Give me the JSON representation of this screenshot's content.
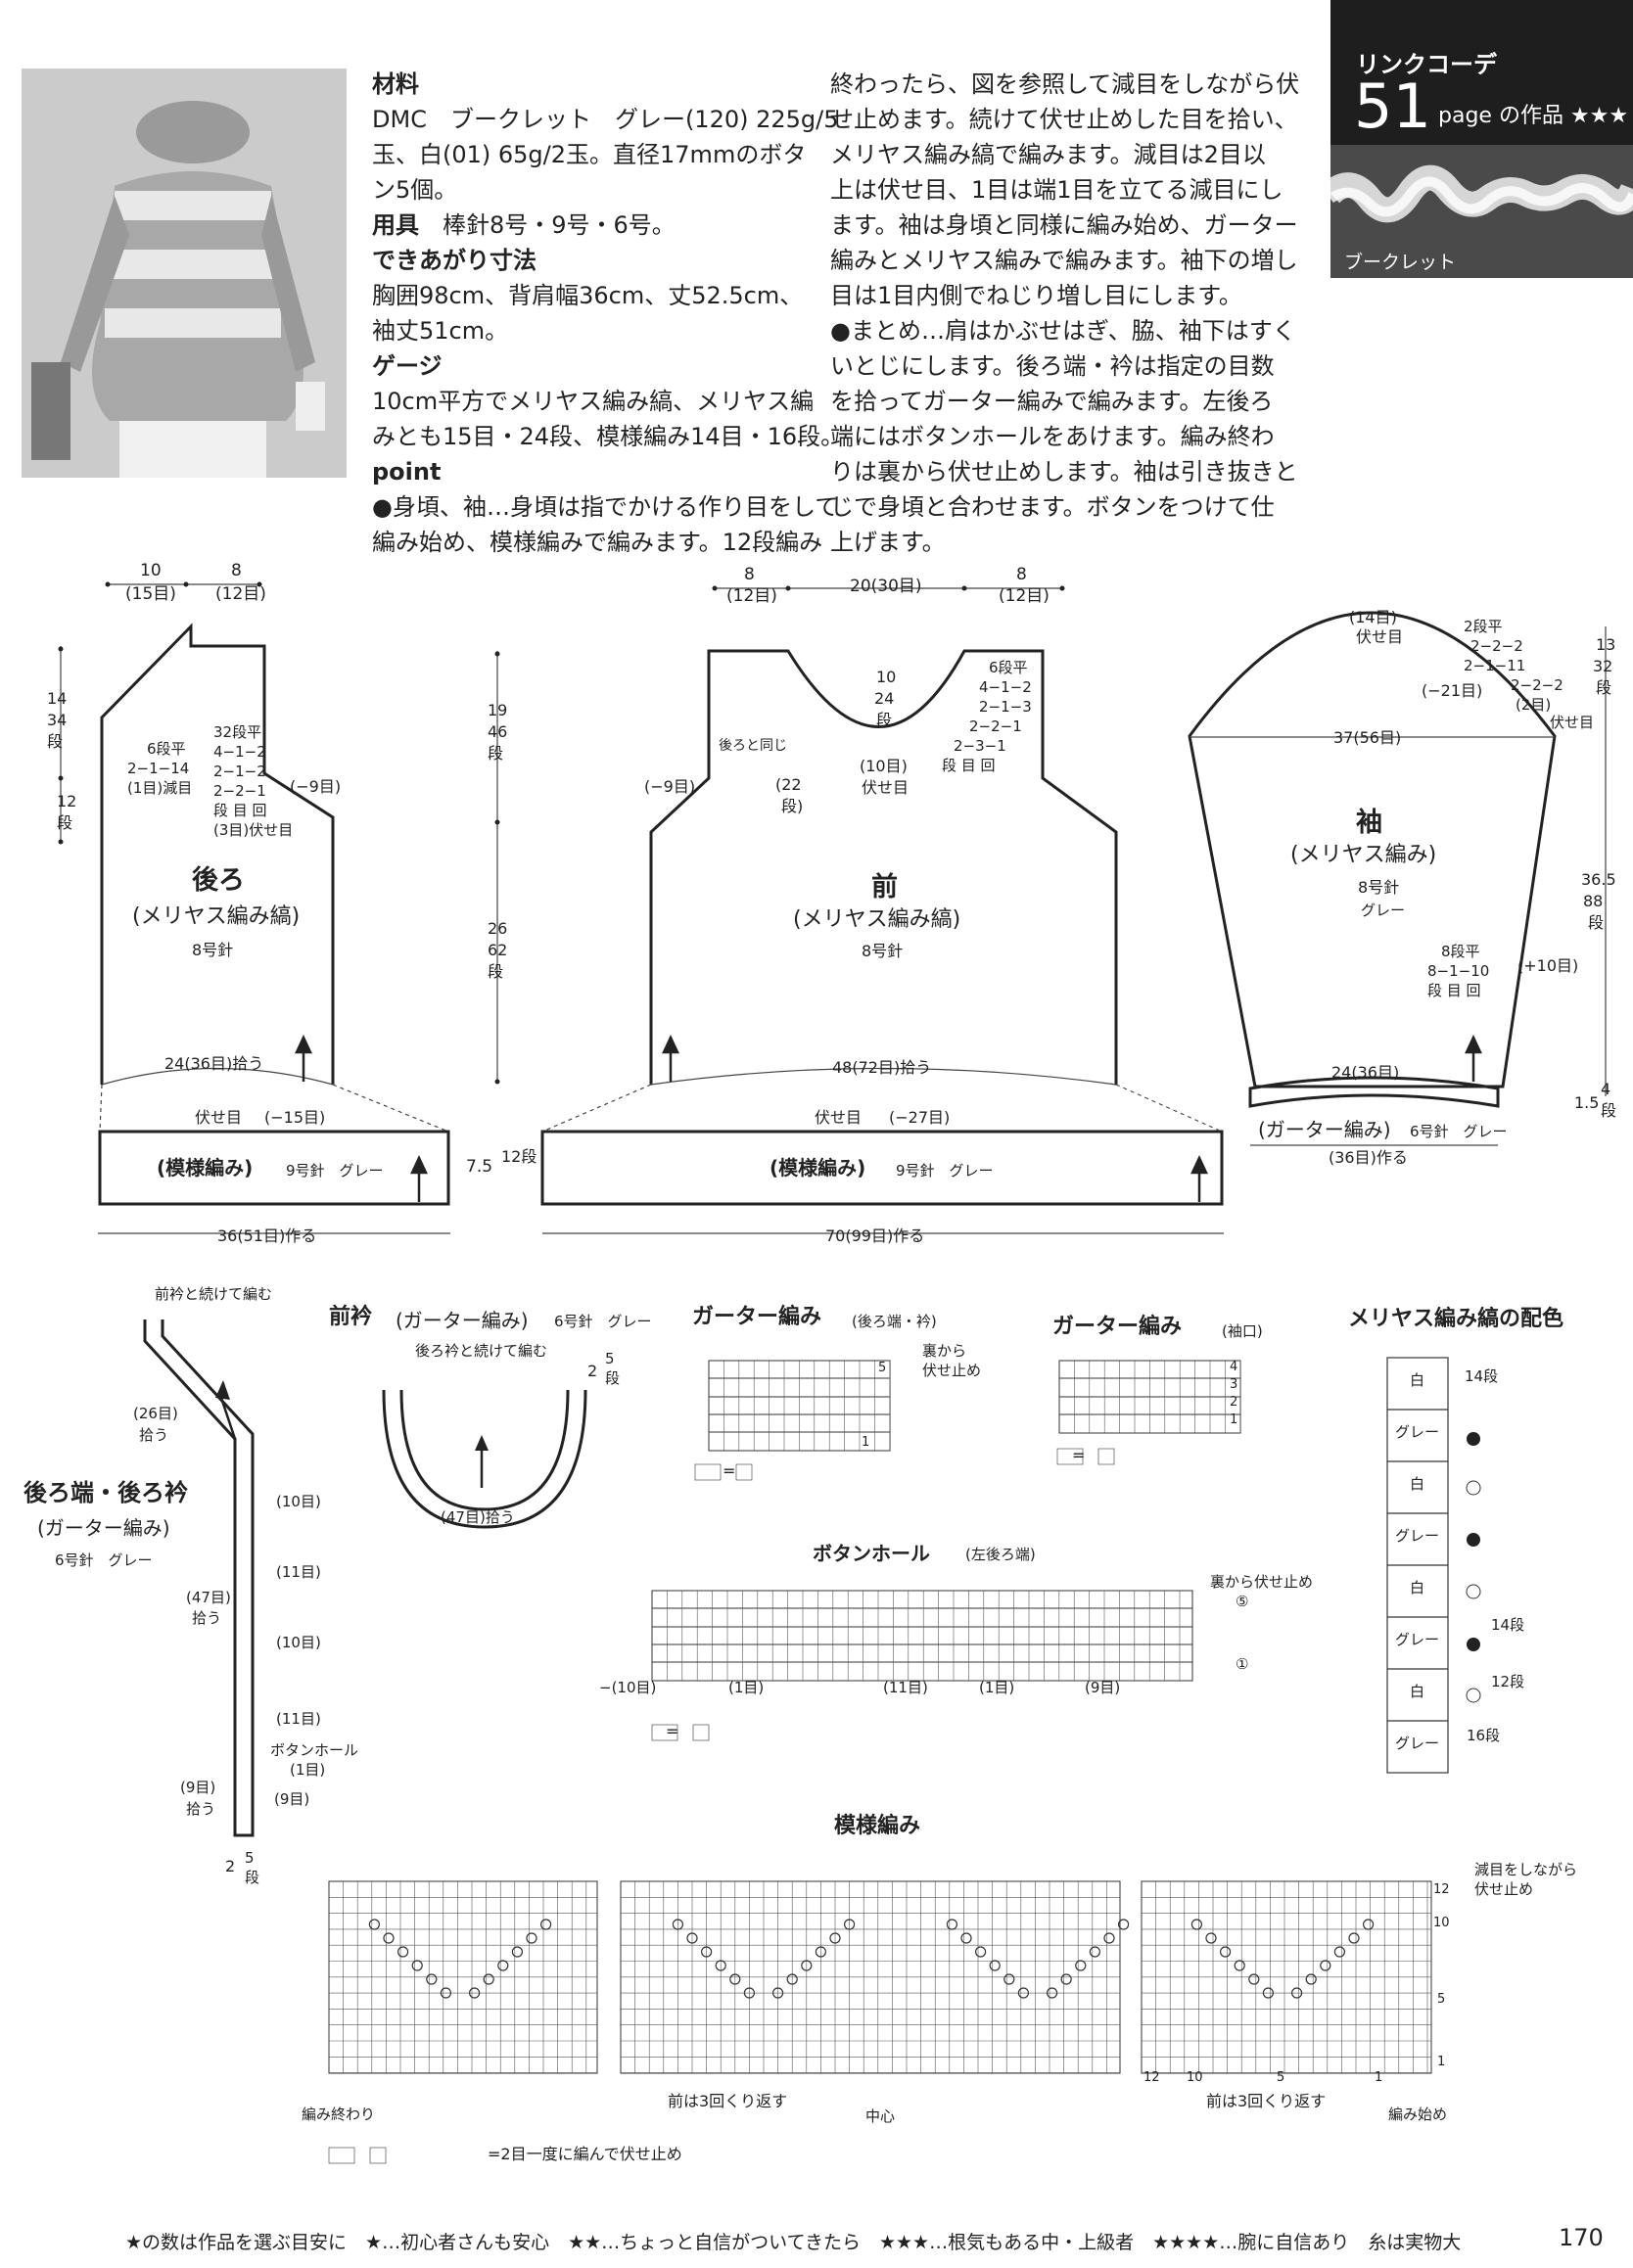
{
  "badge": {
    "title": "リンクコーデ",
    "number": "51",
    "suffix": "page の作品 ★★★",
    "yarn_label": "ブークレット"
  },
  "materials": {
    "heading": "材料",
    "lines": [
      "DMC　ブークレット　グレー(120) 225g/5",
      "玉、白(01) 65g/2玉。直径17mmのボタ",
      "ン5個。"
    ]
  },
  "tools": {
    "heading": "用具",
    "text": "棒針8号・9号・6号。"
  },
  "size": {
    "heading": "できあがり寸法",
    "lines": [
      "胸囲98cm、背肩幅36cm、丈52.5cm、",
      "袖丈51cm。"
    ]
  },
  "gauge": {
    "heading": "ゲージ",
    "lines": [
      "10cm平方でメリヤス編み縞、メリヤス編",
      "みとも15目・24段、模様編み14目・16段。"
    ]
  },
  "point": {
    "heading": "point",
    "lines": [
      "●身頃、袖…身頃は指でかける作り目をして",
      "編み始め、模様編みで編みます。12段編み"
    ]
  },
  "instructions": [
    "終わったら、図を参照して減目をしながら伏",
    "せ止めます。続けて伏せ止めした目を拾い、",
    "メリヤス編み縞で編みます。減目は2目以",
    "上は伏せ目、1目は端1目を立てる減目にし",
    "ます。袖は身頃と同様に編み始め、ガーター",
    "編みとメリヤス編みで編みます。袖下の増し",
    "目は1目内側でねじり増し目にします。",
    "●まとめ…肩はかぶせはぎ、脇、袖下はすく",
    "いとじにします。後ろ端・衿は指定の目数",
    "を拾ってガーター編みで編みます。左後ろ",
    "端にはボタンホールをあけます。編み終わ",
    "りは裏から伏せ止めします。袖は引き抜きと",
    "じで身頃と合わせます。ボタンをつけて仕",
    "上げます。"
  ],
  "back": {
    "title": "後ろ",
    "sub": "(メリヤス編み縞)",
    "needle": "8号針",
    "top_dims": [
      "10",
      "(15目)",
      "8",
      "(12目)"
    ],
    "left_dims": [
      "14",
      "34",
      "段",
      "12",
      "段"
    ],
    "dec_left": [
      "6段平",
      "2−1−14",
      "(1目)減目"
    ],
    "dec_right": [
      "32段平",
      "4−1−2",
      "2−1−2",
      "2−2−1",
      "段 目 回",
      "(3目)伏せ目"
    ],
    "minus9": "(−9目)",
    "pickup": "24(36目)拾う",
    "bind": "伏せ目",
    "bind_ct": "(−15目)",
    "band": "(模様編み)",
    "band_needle": "9号針　グレー",
    "band_h": "7.5",
    "band_rows": "12段",
    "cast_on": "36(51目)作る"
  },
  "center_dims": [
    "19",
    "46",
    "段",
    "26",
    "62",
    "段"
  ],
  "front": {
    "title": "前",
    "sub": "(メリヤス編み縞)",
    "needle": "8号針",
    "top_dims": [
      "8",
      "(12目)",
      "20(30目)",
      "8",
      "(12目)"
    ],
    "neck": [
      "10",
      "24",
      "段",
      "(10目)",
      "伏せ目"
    ],
    "neck_dec": [
      "6段平",
      "4−1−2",
      "2−1−3",
      "2−2−1",
      "2−3−1",
      "段 目 回"
    ],
    "same_as_back": "後ろと同じ",
    "minus9": "(−9目)",
    "rows22": [
      "(22",
      "段)"
    ],
    "pickup": "48(72目)拾う",
    "bind": "伏せ目",
    "bind_ct": "(−27目)",
    "band": "(模様編み)",
    "band_needle": "9号針　グレー",
    "cast_on": "70(99目)作る"
  },
  "sleeve": {
    "title": "袖",
    "sub": "(メリヤス編み)",
    "needle": "8号針",
    "color": "グレー",
    "top": [
      "(14目)",
      "伏せ目"
    ],
    "cap": [
      "2段平",
      "2−2−2",
      "2−1−11",
      "2−2−2",
      "(2目)",
      "伏せ目"
    ],
    "minus21": "(−21目)",
    "width": "37(56目)",
    "right_dims": [
      "13",
      "32",
      "段",
      "36.5",
      "88",
      "段",
      "1.5",
      "4",
      "段"
    ],
    "inc": [
      "8段平",
      "8−1−10",
      "段 目 回"
    ],
    "plus10": "(+10目)",
    "pickup": "24(36目)",
    "band": "(ガーター編み)",
    "band_needle": "6号針　グレー",
    "cast_on": "(36目)作る"
  },
  "edge": {
    "title": "後ろ端・後ろ衿",
    "sub": "(ガーター編み)",
    "needle": "6号針　グレー",
    "top_note": "前衿と続けて編む",
    "labels": [
      "(26目)",
      "拾う",
      "(10目)",
      "(11目)",
      "(47目)",
      "拾う",
      "(10目)",
      "(11目)",
      "ボタンホール",
      "(1目)",
      "(9目)",
      "拾う",
      "(9目)"
    ],
    "bottom": [
      "2",
      "5",
      "段"
    ]
  },
  "front_collar": {
    "title": "前衿",
    "sub": "(ガーター編み)",
    "needle": "6号針　グレー",
    "note": "後ろ衿と続けて編む",
    "side": [
      "2",
      "5",
      "段"
    ],
    "pickup": "(47目)拾う"
  },
  "garter1": {
    "title": "ガーター編み",
    "sub": "(後ろ端・衿)",
    "note": [
      "裏から",
      "伏せ止め"
    ],
    "rows": [
      "5",
      "1"
    ],
    "legend": "="
  },
  "garter2": {
    "title": "ガーター編み",
    "sub": "(袖口)",
    "rows": [
      "4",
      "3",
      "2",
      "1"
    ],
    "legend": "="
  },
  "stripe": {
    "title": "メリヤス編み縞の配色",
    "cells": [
      "白",
      "グレー",
      "白",
      "グレー",
      "白",
      "グレー",
      "白",
      "グレー"
    ],
    "labels": [
      "14段",
      "14段",
      "12段",
      "16段"
    ]
  },
  "buttonhole": {
    "title": "ボタンホール",
    "sub": "(左後ろ端)",
    "notes": [
      "裏から伏せ止め",
      "⑤",
      "①"
    ],
    "bottom": [
      "−(10目)",
      "(1目)",
      "(11目)",
      "(1目)",
      "(9目)"
    ],
    "legend": "="
  },
  "pattern": {
    "title": "模様編み",
    "top_note": [
      "減目をしながら",
      "伏せ止め"
    ],
    "rows": [
      "12",
      "10",
      "5",
      "1"
    ],
    "bottom_nums": [
      "12",
      "10",
      "5",
      "1"
    ],
    "repeat": "前は3回くり返す",
    "end": "編み終わり",
    "center": "中心",
    "start": "編み始め",
    "legend": "=2目一度に編んで伏せ止め"
  },
  "footer": "★の数は作品を選ぶ目安に　★…初心者さんも安心　★★…ちょっと自信がついてきたら　★★★…根気もある中・上級者　★★★★…腕に自信あり　糸は実物大",
  "page_number": "170"
}
